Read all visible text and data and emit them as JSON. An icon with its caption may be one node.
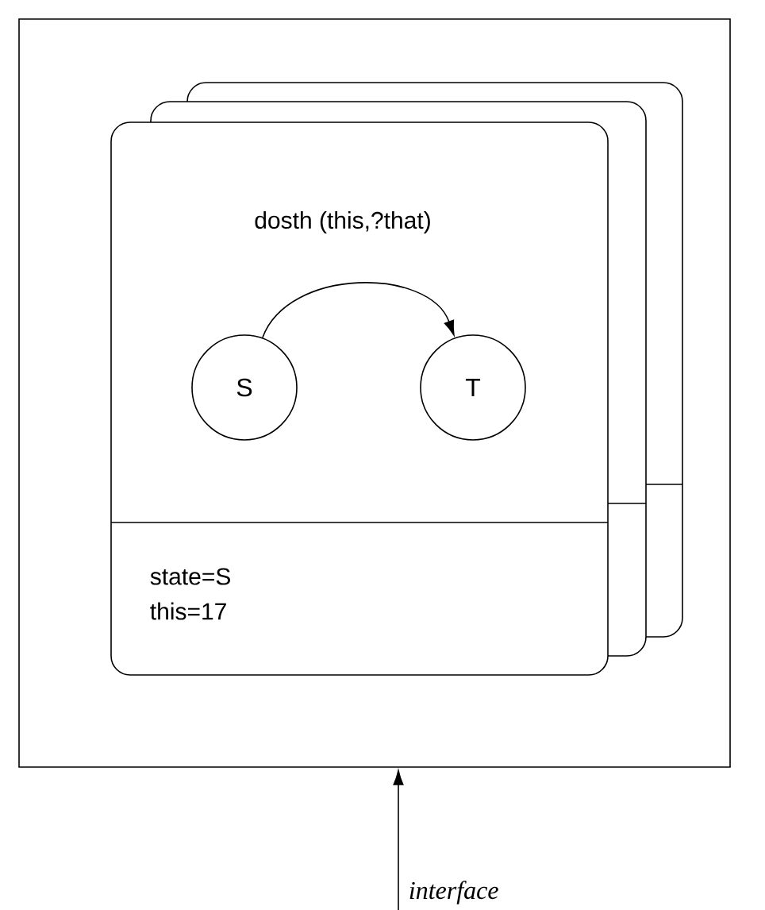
{
  "diagram": {
    "nodes": [
      {
        "text": [],
        "shape": "box"
      },
      {
        "text": [
          "dosth (this,?that)",
          "state=S this=17"
        ],
        "in": 0
      },
      {
        "text": [
          "S"
        ],
        "in": 1
      },
      {
        "text": [
          "T"
        ],
        "in": 1
      }
    ],
    "edges": [
      {
        "from": 2,
        "to": 3,
        "arrow": "to"
      },
      {
        "from": null,
        "to": 0,
        "arrow": "to",
        "label": "interface"
      }
    ]
  }
}
